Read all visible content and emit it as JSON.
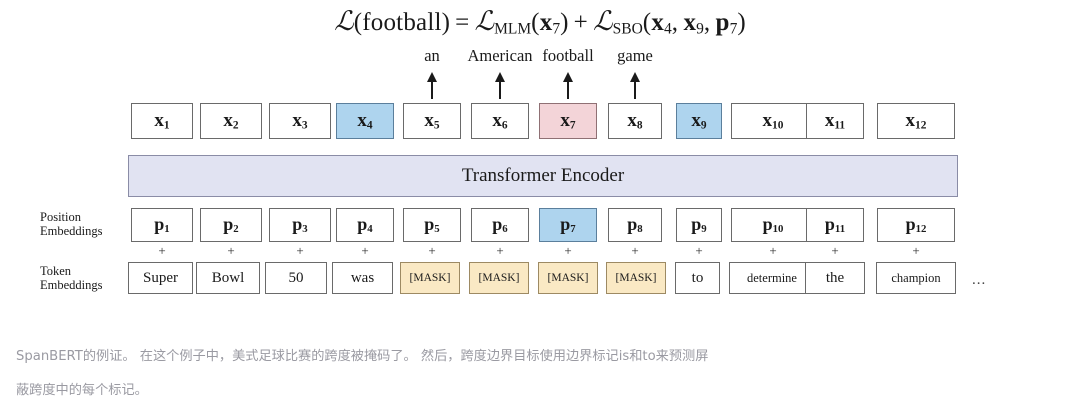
{
  "figure": {
    "title_formula": {
      "parts": [
        {
          "t": "L",
          "style": "cal"
        },
        {
          "t": "(football) = ",
          "style": "plain"
        }
      ],
      "text_plain": "L(football) = L_MLM(x7) + L_SBO(x4, x9, p7)",
      "loss_symbol": "ℒ",
      "target_word": "football",
      "mlm_subscript": "MLM",
      "mlm_arg": "x",
      "mlm_arg_sub": "7",
      "sbo_subscript": "SBO",
      "sbo_args": [
        {
          "sym": "x",
          "sub": "4"
        },
        {
          "sym": "x",
          "sub": "9"
        },
        {
          "sym": "p",
          "sub": "7"
        }
      ]
    },
    "predicted_words": [
      {
        "label": "an",
        "column": 5
      },
      {
        "label": "American",
        "column": 6
      },
      {
        "label": "football",
        "column": 7
      },
      {
        "label": "game",
        "column": 8
      }
    ],
    "encoder_label": "Transformer Encoder",
    "side_labels": {
      "position": [
        "Position",
        "Embeddings"
      ],
      "token": [
        "Token",
        "Embeddings"
      ]
    },
    "plus_symbol": "+",
    "ellipsis": "...",
    "output_row": [
      {
        "sym": "x",
        "sub": "1",
        "highlight": "none"
      },
      {
        "sym": "x",
        "sub": "2",
        "highlight": "none"
      },
      {
        "sym": "x",
        "sub": "3",
        "highlight": "none"
      },
      {
        "sym": "x",
        "sub": "4",
        "highlight": "blue"
      },
      {
        "sym": "x",
        "sub": "5",
        "highlight": "none"
      },
      {
        "sym": "x",
        "sub": "6",
        "highlight": "none"
      },
      {
        "sym": "x",
        "sub": "7",
        "highlight": "pink"
      },
      {
        "sym": "x",
        "sub": "8",
        "highlight": "none"
      },
      {
        "sym": "x",
        "sub": "9",
        "highlight": "blue"
      },
      {
        "sym": "x",
        "sub": "10",
        "highlight": "none"
      },
      {
        "sym": "x",
        "sub": "11",
        "highlight": "none"
      },
      {
        "sym": "x",
        "sub": "12",
        "highlight": "none"
      }
    ],
    "position_row": [
      {
        "sym": "p",
        "sub": "1",
        "highlight": "none"
      },
      {
        "sym": "p",
        "sub": "2",
        "highlight": "none"
      },
      {
        "sym": "p",
        "sub": "3",
        "highlight": "none"
      },
      {
        "sym": "p",
        "sub": "4",
        "highlight": "none"
      },
      {
        "sym": "p",
        "sub": "5",
        "highlight": "none"
      },
      {
        "sym": "p",
        "sub": "6",
        "highlight": "none"
      },
      {
        "sym": "p",
        "sub": "7",
        "highlight": "blue"
      },
      {
        "sym": "p",
        "sub": "8",
        "highlight": "none"
      },
      {
        "sym": "p",
        "sub": "9",
        "highlight": "none"
      },
      {
        "sym": "p",
        "sub": "10",
        "highlight": "none"
      },
      {
        "sym": "p",
        "sub": "11",
        "highlight": "none"
      },
      {
        "sym": "p",
        "sub": "12",
        "highlight": "none"
      }
    ],
    "token_row": [
      {
        "text": "Super",
        "highlight": "none"
      },
      {
        "text": "Bowl",
        "highlight": "none"
      },
      {
        "text": "50",
        "highlight": "none"
      },
      {
        "text": "was",
        "highlight": "none"
      },
      {
        "text": "[MASK]",
        "highlight": "mask"
      },
      {
        "text": "[MASK]",
        "highlight": "mask"
      },
      {
        "text": "[MASK]",
        "highlight": "mask"
      },
      {
        "text": "[MASK]",
        "highlight": "mask"
      },
      {
        "text": "to",
        "highlight": "none"
      },
      {
        "text": "determine",
        "highlight": "none"
      },
      {
        "text": "the",
        "highlight": "none"
      },
      {
        "text": "champion",
        "highlight": "none"
      }
    ],
    "caption_lines": [
      "SpanBERT的例证。 在这个例子中，美式足球比赛的跨度被掩码了。 然后，跨度边界目标使用边界标记is和to来预测屏",
      "蔽跨度中的每个标记。"
    ],
    "colors": {
      "highlight_blue": "#aed4ee",
      "highlight_pink": "#f3d4d8",
      "highlight_mask": "#fae9c4",
      "encoder_fill": "#e1e3f2",
      "box_border": "#6a6a6a",
      "caption_text": "#9a9aa2"
    }
  }
}
